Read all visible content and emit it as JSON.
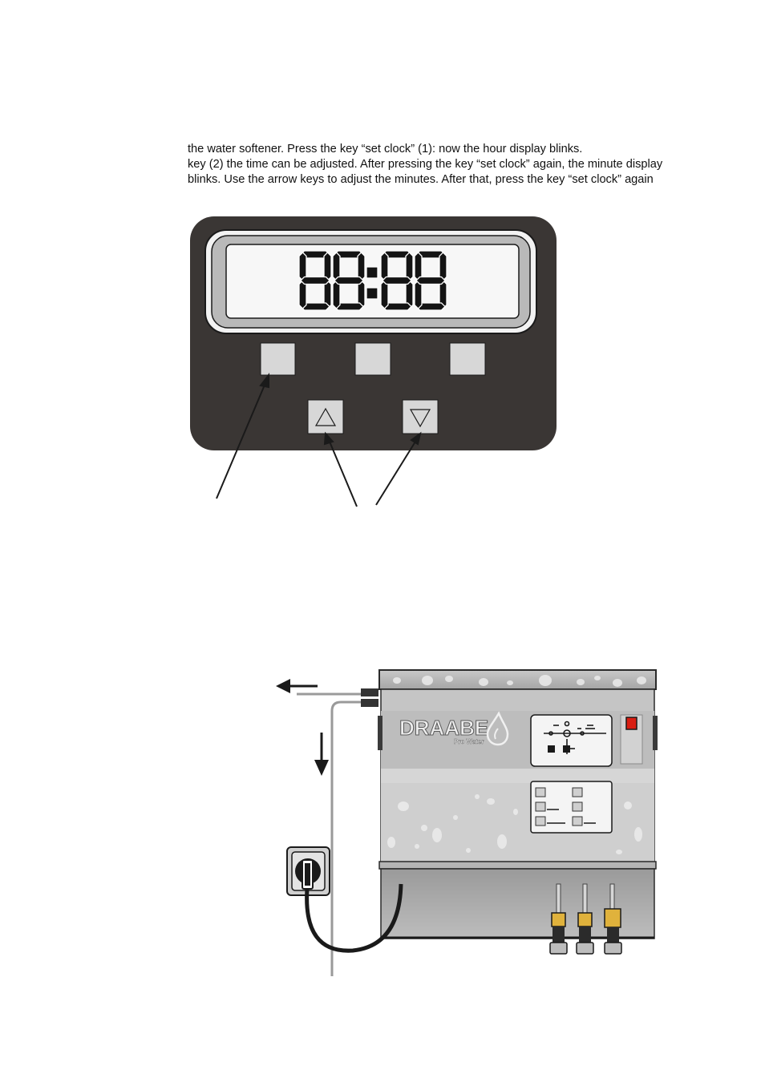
{
  "document": {
    "paragraph_lines": [
      "the water softener. Press the key “set clock” (1): now the hour display blinks.",
      "key (2) the time can be adjusted. After pressing the key “set clock” again, the minute display",
      "blinks. Use the arrow keys to adjust the minutes. After that, press the key “set clock” again"
    ]
  },
  "control_panel": {
    "display_text": "88:88",
    "keys": [
      "set-clock-key",
      "middle-key",
      "right-key"
    ],
    "arrow_keys": [
      "up-arrow-icon",
      "down-arrow-icon"
    ],
    "body_color": "#3a3634",
    "key_color": "#d7d7d7"
  },
  "softener_illustration": {
    "brand_logo": "DRAABE",
    "brand_sub": "Pro Water",
    "power_switch_color": "#d91e12",
    "icons": [
      "arrow-left-icon",
      "arrow-down-icon",
      "power-socket-icon",
      "plug-icon"
    ]
  }
}
